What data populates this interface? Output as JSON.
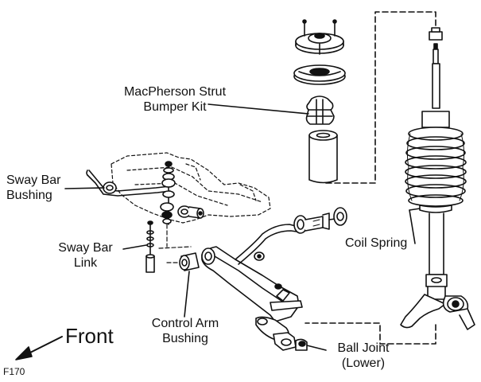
{
  "labels": {
    "macpherson_line1": "MacPherson Strut",
    "macpherson_line2": "Bumper Kit",
    "sway_bar_bushing_line1": "Sway Bar",
    "sway_bar_bushing_line2": "Bushing",
    "sway_bar_link_line1": "Sway Bar",
    "sway_bar_link_line2": "Link",
    "control_arm_bushing_line1": "Control Arm",
    "control_arm_bushing_line2": "Bushing",
    "coil_spring": "Coil Spring",
    "ball_joint_line1": "Ball Joint",
    "ball_joint_line2": "(Lower)",
    "front": "Front",
    "figure_id": "F170"
  }
}
